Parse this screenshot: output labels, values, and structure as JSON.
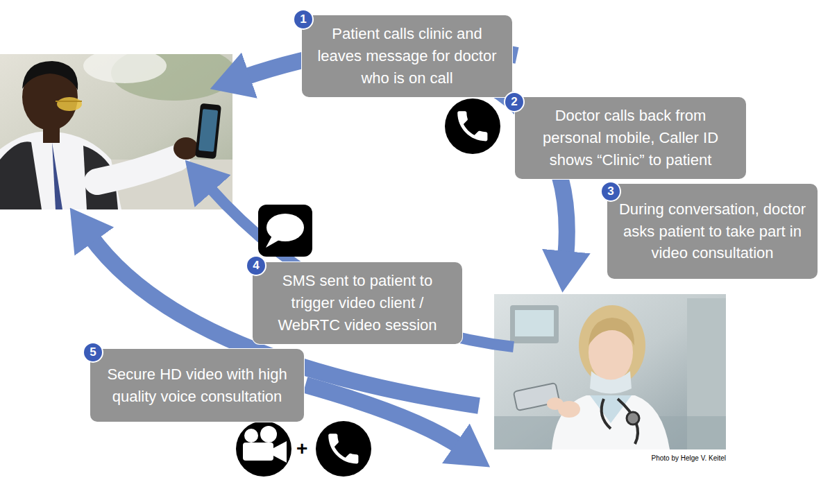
{
  "diagram": {
    "nodes": [
      {
        "text": [
          "Patient calls clinic and leaves message for doctor who is on call"
        ]
      },
      {
        "text": [
          "Doctor calls back from personal mobile, Caller ID shows “Clinic” to patient"
        ]
      },
      {
        "text": [
          "During conversation, doctor asks patient to take part in video consultation"
        ]
      },
      {
        "text": [
          "SMS sent to patient to trigger video client / WebRTC video session"
        ]
      },
      {
        "text": [
          "Secure HD video with high quality voice consultation"
        ]
      }
    ],
    "labels": [
      "1",
      "2",
      "3",
      "4",
      "5",
      "+",
      "Photo by Helge V. Keitel"
    ]
  }
}
